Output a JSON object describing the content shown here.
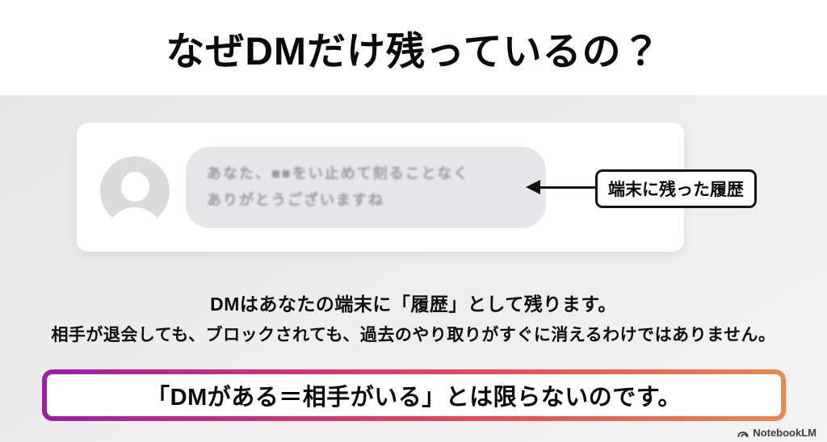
{
  "header": {
    "title": "なぜDMだけ残っているの？"
  },
  "chat": {
    "message_line1": "あなた、■■をい止めて刻ることなく",
    "message_line2": "ありがとうございますね",
    "avatar_icon": "person-placeholder-icon",
    "message_blurred": true
  },
  "annotation": {
    "label": "端末に残った履歴",
    "arrow_icon": "left-arrow-icon"
  },
  "body": {
    "line1": "DMはあなたの端末に「履歴」として残ります。",
    "line2": "相手が退会しても、ブロックされても、過去のやり取りがすぐに消えるわけではありません。"
  },
  "callout": {
    "text": "「DMがある＝相手がいる」とは限らないのです。"
  },
  "watermark": {
    "label": "NotebookLM",
    "logo_icon": "notebooklm-logo-icon"
  },
  "colors": {
    "callout_gradient_left": "#9c1da9",
    "callout_gradient_mid": "#e24e57",
    "callout_gradient_right": "#e8884e",
    "bubble_bg": "#e7e7e9",
    "bubble_text": "#98989d",
    "stage_bg": "#ececec",
    "ink": "#0a0a0a"
  }
}
